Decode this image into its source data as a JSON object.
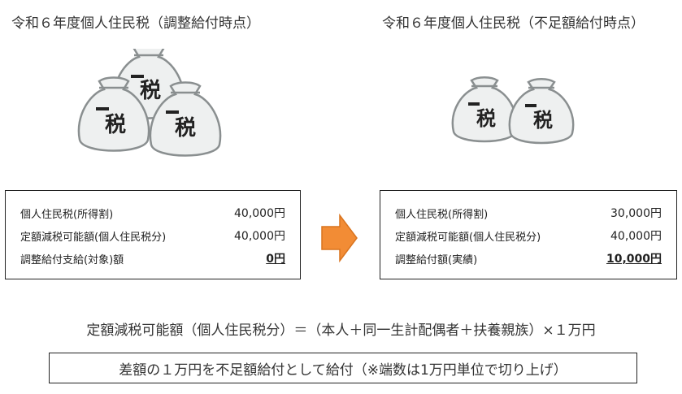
{
  "left": {
    "heading": "令和６年度個人住民税（調整給付時点）",
    "rows": [
      {
        "label": "個人住民税(所得割)",
        "value": "40,000円"
      },
      {
        "label": "定額減税可能額(個人住民税分)",
        "value": "40,000円"
      },
      {
        "label": "調整給付支給(対象)額",
        "value": "0円"
      }
    ]
  },
  "right": {
    "heading": "令和６年度個人住民税（不足額給付時点）",
    "rows": [
      {
        "label": "個人住民税(所得割)",
        "value": "30,000円"
      },
      {
        "label": "定額減税可能額(個人住民税分)",
        "value": "40,000円"
      },
      {
        "label": "調整給付額(実績)",
        "value": "10,000円"
      }
    ]
  },
  "bag_label": "税",
  "formula": "定額減税可能額（個人住民税分）＝（本人＋同一生計配偶者＋扶養親族）×１万円",
  "note": "差額の１万円を不足額給付として給付（※端数は1万円単位で切り上げ）",
  "colors": {
    "arrow": "#f28c35",
    "bag_fill": "#eef0f0",
    "bag_stroke": "#8a8f90",
    "text": "#222222"
  }
}
